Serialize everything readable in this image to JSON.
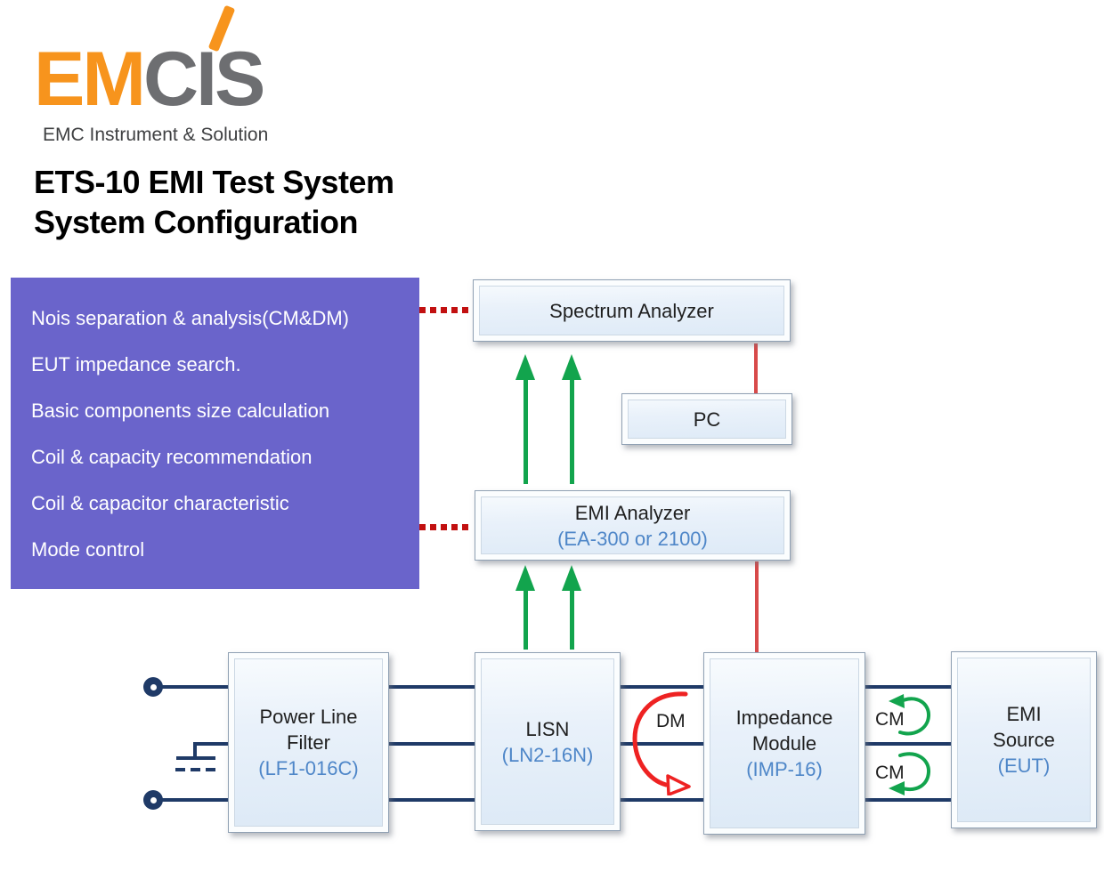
{
  "logo": {
    "text_orange": "EM",
    "text_gray": "CIS",
    "tagline": "EMC Instrument & Solution"
  },
  "title": {
    "line1": "ETS-10 EMI Test System",
    "line2": "System Configuration"
  },
  "features": {
    "items": [
      "Nois separation & analysis(CM&DM)",
      "EUT impedance search.",
      "Basic components size calculation",
      "Coil & capacity recommendation",
      "Coil & capacitor characteristic",
      "Mode control"
    ]
  },
  "nodes": {
    "spectrum_analyzer": {
      "label": "Spectrum Analyzer"
    },
    "pc": {
      "label": "PC"
    },
    "emi_analyzer": {
      "label": "EMI Analyzer",
      "model": "(EA-300 or 2100)"
    },
    "power_line_filter": {
      "line1": "Power Line",
      "line2": "Filter",
      "model": "(LF1-016C)"
    },
    "lisn": {
      "label": "LISN",
      "model": "(LN2-16N)"
    },
    "impedance_module": {
      "line1": "Impedance",
      "line2": "Module",
      "model": "(IMP-16)"
    },
    "emi_source": {
      "line1": "EMI",
      "line2": "Source",
      "model": "(EUT)"
    }
  },
  "annotations": {
    "dm_label": "DM",
    "cm_label_top": "CM",
    "cm_label_bottom": "CM"
  },
  "colors": {
    "brand_orange": "#F7941D",
    "brand_gray": "#6D6E71",
    "feature_panel_purple": "#6A64CB",
    "wire_navy": "#1F3A67",
    "arrow_green": "#12A44D",
    "line_red": "#D84A4A",
    "dotted_dark_red": "#C21010",
    "model_text_blue": "#4E86C8",
    "box_fill_blue": "#E6F0F9"
  }
}
